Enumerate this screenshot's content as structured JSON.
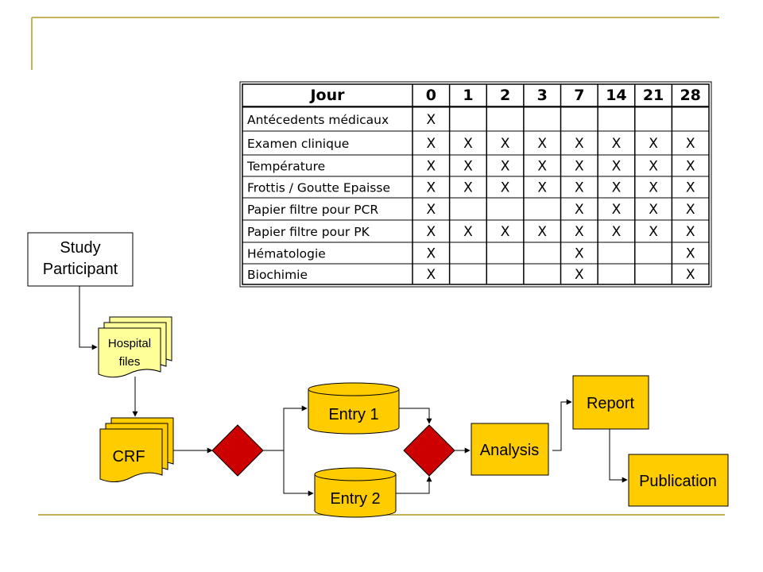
{
  "colors": {
    "rule": "#C8B257",
    "yellow": "#FFCC00",
    "light_yellow": "#FFFF99",
    "red": "#CC0000",
    "line": "#000000"
  },
  "schedule": {
    "header_label": "Jour",
    "days": [
      "0",
      "1",
      "2",
      "3",
      "7",
      "14",
      "21",
      "28"
    ],
    "rows": [
      {
        "label": "Antécedents médicaux",
        "cells": [
          "X",
          "",
          "",
          "",
          "",
          "",
          "",
          ""
        ]
      },
      {
        "label": "Examen clinique",
        "cells": [
          "X",
          "X",
          "X",
          "X",
          "X",
          "X",
          "X",
          "X"
        ]
      },
      {
        "label": "Température",
        "cells": [
          "X",
          "X",
          "X",
          "X",
          "X",
          "X",
          "X",
          "X"
        ]
      },
      {
        "label": "Frottis / Goutte Epaisse",
        "cells": [
          "X",
          "X",
          "X",
          "X",
          "X",
          "X",
          "X",
          "X"
        ]
      },
      {
        "label": "Papier filtre pour PCR",
        "cells": [
          "X",
          "",
          "",
          "",
          "X",
          "X",
          "X",
          "X"
        ]
      },
      {
        "label": "Papier filtre pour PK",
        "cells": [
          "X",
          "X",
          "X",
          "X",
          "X",
          "X",
          "X",
          "X"
        ]
      },
      {
        "label": "Hématologie",
        "cells": [
          "X",
          "",
          "",
          "",
          "X",
          "",
          "",
          "X"
        ]
      },
      {
        "label": "Biochimie",
        "cells": [
          "X",
          "",
          "",
          "",
          "X",
          "",
          "",
          "X"
        ]
      }
    ]
  },
  "flow": {
    "study_participant": [
      "Study",
      "Participant"
    ],
    "hospital_files": [
      "Hospital",
      "files"
    ],
    "crf": "CRF",
    "entry1": "Entry 1",
    "entry2": "Entry 2",
    "analysis": "Analysis",
    "report": "Report",
    "publication": "Publication"
  }
}
